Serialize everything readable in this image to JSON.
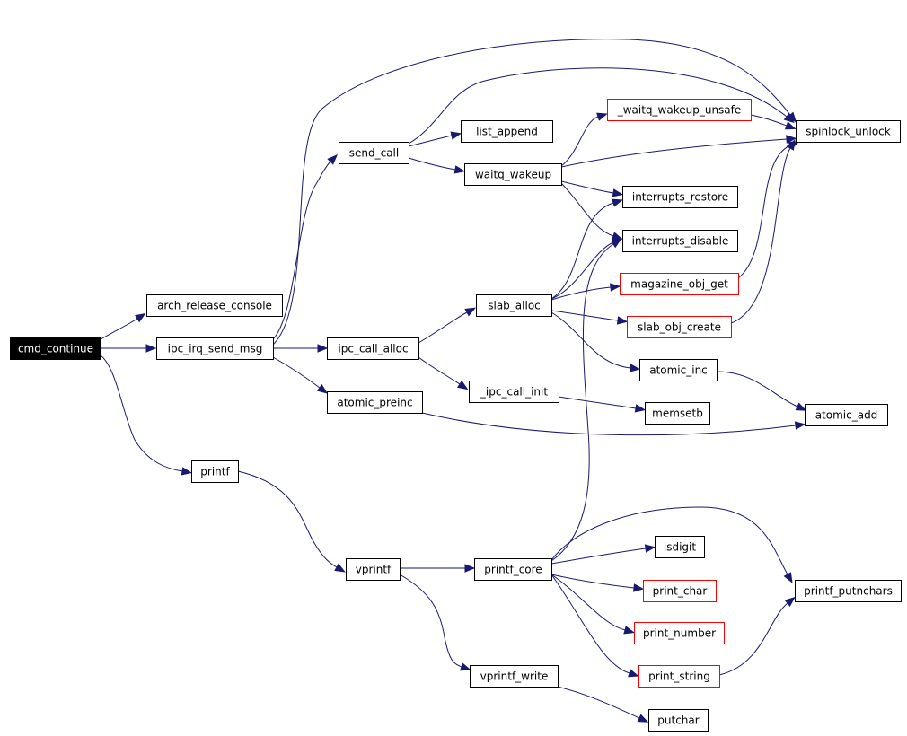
{
  "colors": {
    "edge": "#191970",
    "node_border": "#000000",
    "node_border_truncated": "#ff0000",
    "root_fill": "#000000",
    "root_text": "#ffffff"
  },
  "nodes": {
    "cmd_continue": {
      "label": "cmd_continue",
      "style": "root"
    },
    "arch_release_console": {
      "label": "arch_release_console",
      "style": "normal"
    },
    "ipc_irq_send_msg": {
      "label": "ipc_irq_send_msg",
      "style": "normal"
    },
    "printf": {
      "label": "printf",
      "style": "normal"
    },
    "send_call": {
      "label": "send_call",
      "style": "normal"
    },
    "ipc_call_alloc": {
      "label": "ipc_call_alloc",
      "style": "normal"
    },
    "atomic_preinc": {
      "label": "atomic_preinc",
      "style": "normal"
    },
    "vprintf": {
      "label": "vprintf",
      "style": "normal"
    },
    "list_append": {
      "label": "list_append",
      "style": "normal"
    },
    "waitq_wakeup": {
      "label": "waitq_wakeup",
      "style": "normal"
    },
    "slab_alloc": {
      "label": "slab_alloc",
      "style": "normal"
    },
    "_ipc_call_init": {
      "label": "_ipc_call_init",
      "style": "normal"
    },
    "printf_core": {
      "label": "printf_core",
      "style": "normal"
    },
    "vprintf_write": {
      "label": "vprintf_write",
      "style": "normal"
    },
    "_waitq_wakeup_unsafe": {
      "label": "_waitq_wakeup_unsafe",
      "style": "red"
    },
    "interrupts_restore": {
      "label": "interrupts_restore",
      "style": "normal"
    },
    "interrupts_disable": {
      "label": "interrupts_disable",
      "style": "normal"
    },
    "magazine_obj_get": {
      "label": "magazine_obj_get",
      "style": "red"
    },
    "slab_obj_create": {
      "label": "slab_obj_create",
      "style": "red"
    },
    "atomic_inc": {
      "label": "atomic_inc",
      "style": "normal"
    },
    "memsetb": {
      "label": "memsetb",
      "style": "normal"
    },
    "isdigit": {
      "label": "isdigit",
      "style": "normal"
    },
    "print_char": {
      "label": "print_char",
      "style": "red"
    },
    "print_number": {
      "label": "print_number",
      "style": "red"
    },
    "print_string": {
      "label": "print_string",
      "style": "red"
    },
    "putchar": {
      "label": "putchar",
      "style": "normal"
    },
    "spinlock_unlock": {
      "label": "spinlock_unlock",
      "style": "normal"
    },
    "atomic_add": {
      "label": "atomic_add",
      "style": "normal"
    },
    "printf_putnchars": {
      "label": "printf_putnchars",
      "style": "normal"
    }
  },
  "edges": [
    [
      "cmd_continue",
      "arch_release_console"
    ],
    [
      "cmd_continue",
      "ipc_irq_send_msg"
    ],
    [
      "cmd_continue",
      "printf"
    ],
    [
      "ipc_irq_send_msg",
      "send_call"
    ],
    [
      "ipc_irq_send_msg",
      "ipc_call_alloc"
    ],
    [
      "ipc_irq_send_msg",
      "atomic_preinc"
    ],
    [
      "ipc_irq_send_msg",
      "spinlock_unlock"
    ],
    [
      "send_call",
      "list_append"
    ],
    [
      "send_call",
      "waitq_wakeup"
    ],
    [
      "send_call",
      "spinlock_unlock"
    ],
    [
      "waitq_wakeup",
      "_waitq_wakeup_unsafe"
    ],
    [
      "waitq_wakeup",
      "spinlock_unlock"
    ],
    [
      "waitq_wakeup",
      "interrupts_restore"
    ],
    [
      "waitq_wakeup",
      "interrupts_disable"
    ],
    [
      "_waitq_wakeup_unsafe",
      "spinlock_unlock"
    ],
    [
      "ipc_call_alloc",
      "slab_alloc"
    ],
    [
      "ipc_call_alloc",
      "_ipc_call_init"
    ],
    [
      "slab_alloc",
      "interrupts_restore"
    ],
    [
      "slab_alloc",
      "interrupts_disable"
    ],
    [
      "slab_alloc",
      "magazine_obj_get"
    ],
    [
      "slab_alloc",
      "slab_obj_create"
    ],
    [
      "slab_alloc",
      "atomic_inc"
    ],
    [
      "magazine_obj_get",
      "spinlock_unlock"
    ],
    [
      "slab_obj_create",
      "spinlock_unlock"
    ],
    [
      "atomic_inc",
      "atomic_add"
    ],
    [
      "_ipc_call_init",
      "memsetb"
    ],
    [
      "atomic_preinc",
      "atomic_add"
    ],
    [
      "printf",
      "vprintf"
    ],
    [
      "vprintf",
      "printf_core"
    ],
    [
      "vprintf",
      "vprintf_write"
    ],
    [
      "printf_core",
      "interrupts_disable"
    ],
    [
      "printf_core",
      "isdigit"
    ],
    [
      "printf_core",
      "print_char"
    ],
    [
      "printf_core",
      "print_number"
    ],
    [
      "printf_core",
      "print_string"
    ],
    [
      "printf_core",
      "printf_putnchars"
    ],
    [
      "print_string",
      "printf_putnchars"
    ],
    [
      "vprintf_write",
      "putchar"
    ]
  ]
}
